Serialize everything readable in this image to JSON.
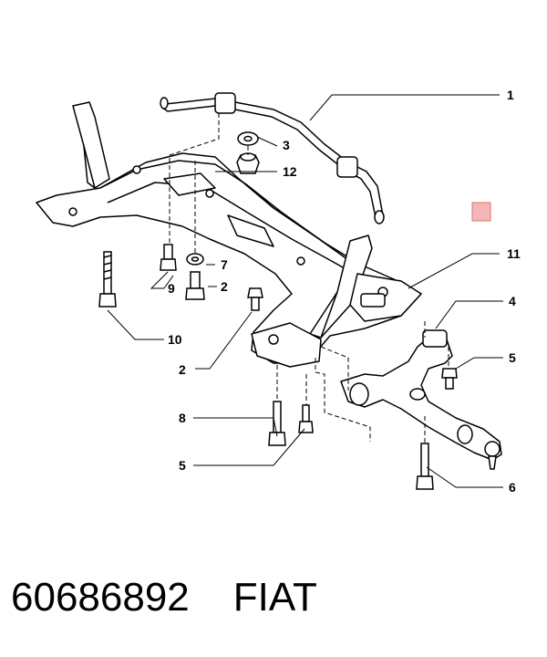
{
  "callouts": {
    "c1": "1",
    "c2a": "2",
    "c2b": "2",
    "c3": "3",
    "c4": "4",
    "c5a": "5",
    "c5b": "5",
    "c6": "6",
    "c7": "7",
    "c8": "8",
    "c9": "9",
    "c10": "10",
    "c11": "11",
    "c12": "12"
  },
  "footer": {
    "part_number": "60686892",
    "brand": "FIAT"
  },
  "marker": {
    "color": "#f4b6b6",
    "border": "#e07070"
  }
}
